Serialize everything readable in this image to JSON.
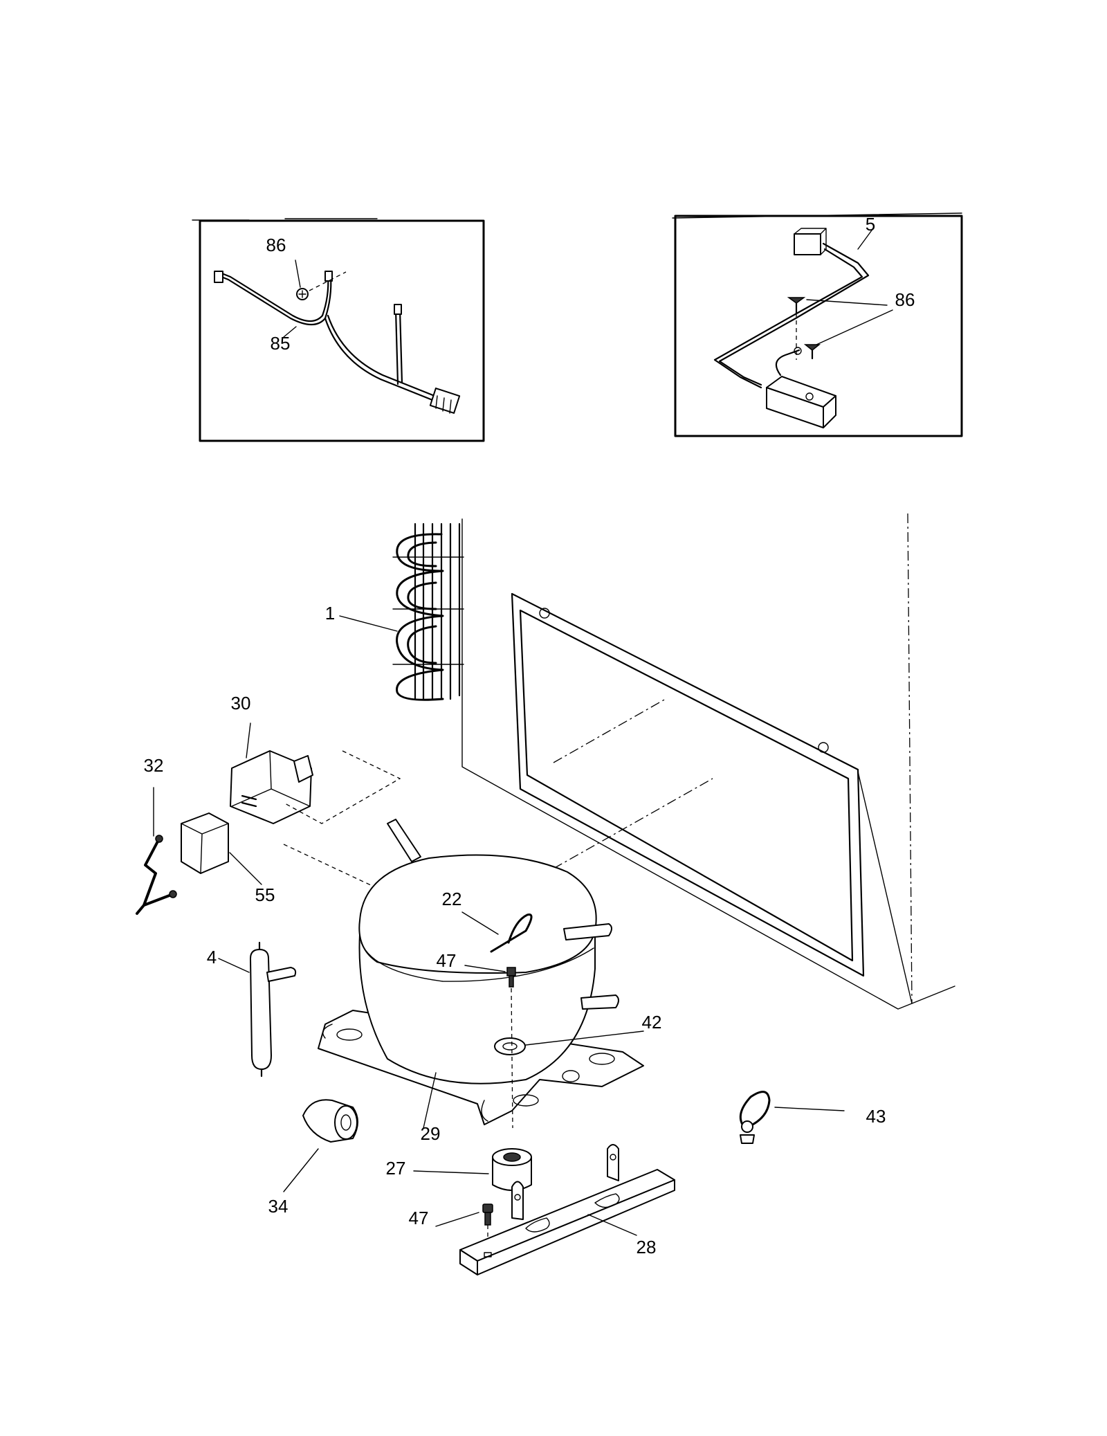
{
  "labels": {
    "p86_left": "86",
    "p85": "85",
    "p5": "5",
    "p86_right": "86",
    "p1": "1",
    "p30": "30",
    "p32": "32",
    "p55": "55",
    "p22": "22",
    "p47_top": "47",
    "p4": "4",
    "p42": "42",
    "p43": "43",
    "p29": "29",
    "p34": "34",
    "p27": "27",
    "p47_bottom": "47",
    "p28": "28"
  }
}
